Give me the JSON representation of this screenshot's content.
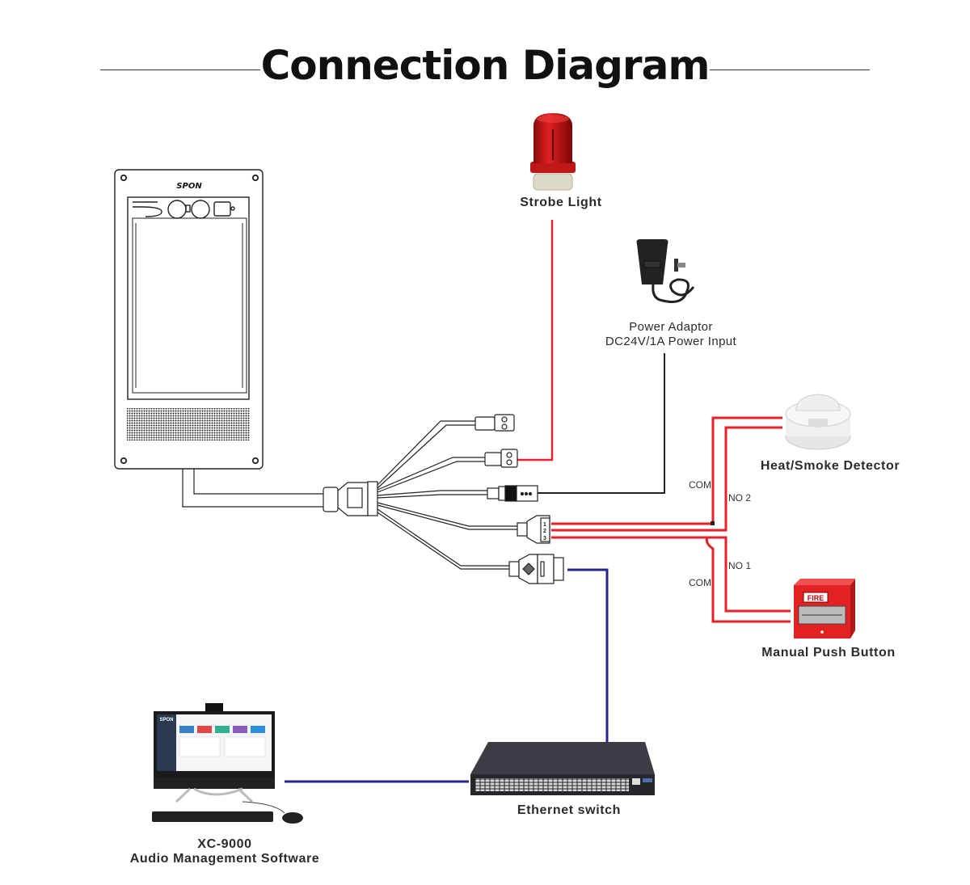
{
  "title": "Connection Diagram",
  "device": {
    "brand": "SPON"
  },
  "components": {
    "strobe_light": {
      "label": "Strobe Light"
    },
    "power_adaptor": {
      "label_line1": "Power Adaptor",
      "label_line2": "DC24V/1A  Power Input"
    },
    "smoke_detector": {
      "label": "Heat/Smoke Detector"
    },
    "push_button": {
      "label": "Manual Push Button",
      "plate_text": "FIRE"
    },
    "ethernet_switch": {
      "label": "Ethernet switch"
    },
    "pc": {
      "label_line1": "XC-9000",
      "label_line2": "Audio Management  Software",
      "screen_brand": "SPON"
    }
  },
  "terminal_labels": {
    "com_top": "COM",
    "no2": "NO 2",
    "no1": "NO 1",
    "com_bottom": "COM"
  },
  "connector_pins": [
    "1",
    "2",
    "3"
  ],
  "wire_colors": {
    "alarm": "#e8202a",
    "power": "#222222",
    "network": "#23268f"
  }
}
